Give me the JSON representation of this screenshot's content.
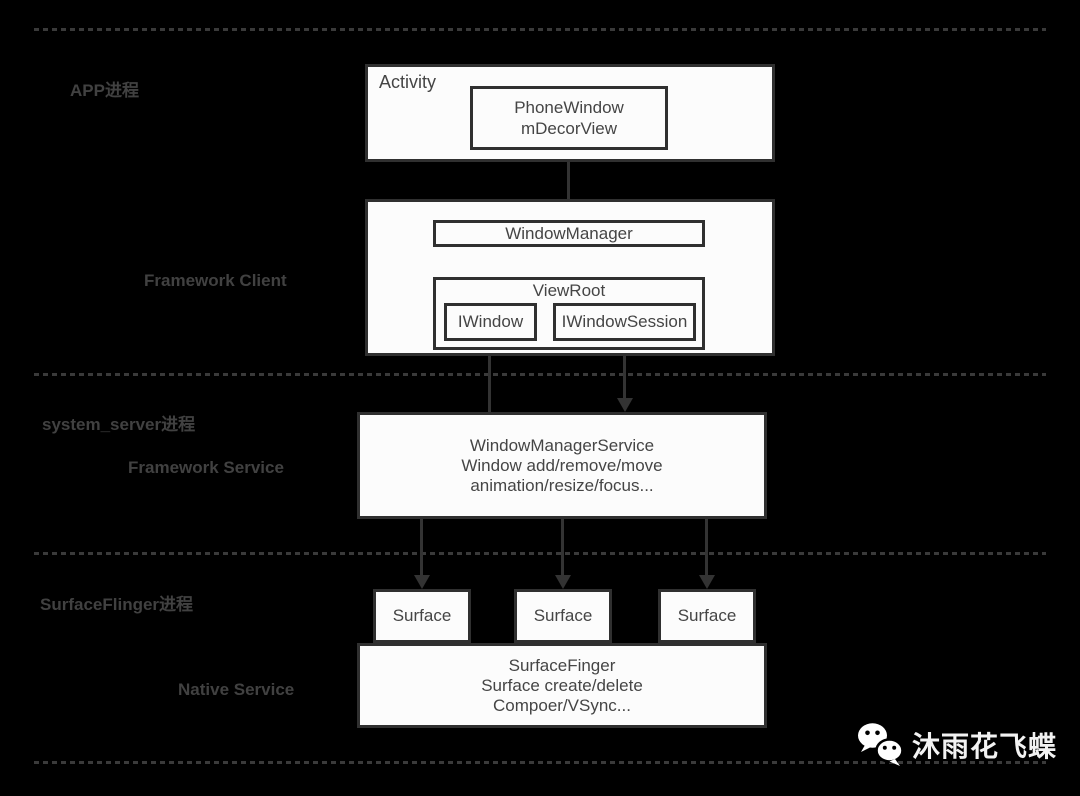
{
  "colors": {
    "background": "#000000",
    "box_fill": "#fcfcfc",
    "box_border": "#303030",
    "box_text": "#454545",
    "arrow_line": "#333333",
    "section_label": "#414141",
    "watermark_text": "#f2f2f2"
  },
  "section_labels": {
    "app_process": "APP进程",
    "framework_client": "Framework Client",
    "system_server_process": "system_server进程",
    "framework_service": "Framework Service",
    "surfaceflinger_process": "SurfaceFlinger进程",
    "native_service": "Native Service"
  },
  "diagram": {
    "activity": {
      "title": "Activity",
      "phone_window": {
        "line1": "PhoneWindow",
        "line2": "mDecorView"
      }
    },
    "window_manager": "WindowManager",
    "view_root": {
      "title": "ViewRoot",
      "iwindow": "IWindow",
      "iwindow_session": "IWindowSession"
    },
    "window_manager_service": {
      "line1": "WindowManagerService",
      "line2": "Window add/remove/move",
      "line3": "animation/resize/focus..."
    },
    "surfaces": [
      "Surface",
      "Surface",
      "Surface"
    ],
    "surface_flinger": {
      "line1": "SurfaceFinger",
      "line2": "Surface create/delete",
      "line3": "Compoer/VSync..."
    }
  },
  "watermark": {
    "icon": "wechat-icon",
    "text": "沐雨花飞蝶"
  }
}
